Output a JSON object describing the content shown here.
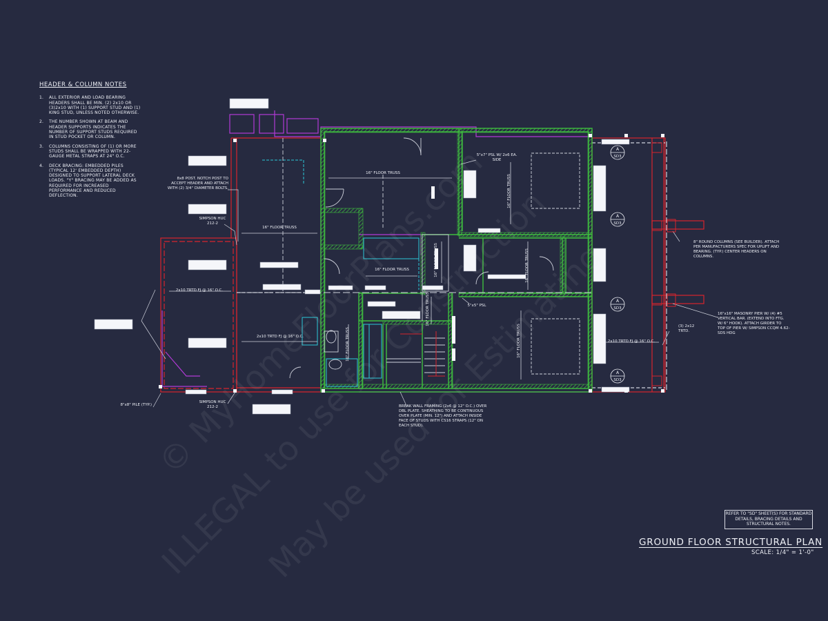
{
  "notes": {
    "title": "HEADER & COLUMN NOTES",
    "items": [
      {
        "num": "1.",
        "text": "ALL EXTERIOR AND LOAD BEARING HEADERS SHALL BE MIN. (2) 2x10 OR (3)2x10 WITH (1) SUPPORT STUD AND (1) KING STUD, UNLESS NOTED OTHERWISE."
      },
      {
        "num": "2.",
        "text": "THE NUMBER SHOWN AT BEAM AND HEADER SUPPORTS INDICATES THE NUMBER OF SUPPORT STUDS REQUIRED IN STUD POCKET OR COLUMN."
      },
      {
        "num": "3.",
        "text": "COLUMNS CONSISTING OF (1) OR MORE STUDS SHALL BE WRAPPED WITH 22-GAUGE METAL STRAPS AT 24\" O.C."
      },
      {
        "num": "4.",
        "text": "DECK BRACING: EMBEDDED PILES (TYPICAL 12' EMBEDDED DEPTH) DESIGNED TO SUPPORT LATERAL DECK LOADS. \"Y\" BRACING MAY BE ADDED AS REQUIRED FOR INCREASED PERFORMANCE AND REDUCED DEFLECTION."
      }
    ]
  },
  "callouts": {
    "post_8x8": "8x8 POST. NOTCH POST TO ACCEPT HEADER AND ATTACH WITH (2) 3/4\" DIAMETER BOLTS.",
    "simpson_top": "SIMPSON HUC 212-2",
    "simpson_bottom": "SIMPSON HUC 212-2",
    "pile": "8\"x8\" PILE (TYP.)",
    "psl_5x7": "5\"x7\" PSL W/ 2x6 EA. SIDE",
    "psl_5x5": "5\"x5\" PSL",
    "round_columns": "8\" ROUND COLUMNS (SEE BUILDER). ATTACH PER MANUFACTURERS SPEC FOR UPLIFT AND BEARING. (TYP.) CENTER HEADERS ON COLUMNS.",
    "masonry_pier": "16\"x16\" MASONRY PIER W/ (4) #5 VERTICAL BAR. (EXTEND INTO FTG. W/ 6\" HOOK). ATTACH GIRDER TO TOP OF PIER W/ SIMPSON CCQM 4.62-SDS HDG",
    "trtd_2x12": "(3) 2x12 TRTD.",
    "break_wall": "BREAK WALL FRAMING (2x6 @ 12\" O.C.) OVER DBL PLATE. SHEATHING TO BE CONTINUOUS OVER PLATE (MIN. 12\") AND ATTACH INSIDE FACE OF STUDS WITH CS16 STRAPS (12\" ON EACH STUD)."
  },
  "framing_labels": {
    "truss_top_center": "16\" FLOOR TRUSS",
    "truss_left": "16\" FLOOR TRUSS",
    "truss_mid": "16\" FLOOR TRUSS",
    "truss_right_upper": "16\" FLOOR TRUSS",
    "truss_right_lower": "16\" FLOOR TRUSS",
    "truss_v1": "16\" FLOOR TRUSS",
    "truss_v2": "16\" FLOOR TRUSS",
    "truss_v3": "16\" FLOOR TRUSS",
    "truss_v4": "16\" FLOOR TRUSS",
    "deck_left": "2x10 TRTD FJ @ 16\" O.C.",
    "deck_center": "2x10 TRTD FJ @ 16\" O.C.",
    "deck_right": "2x10 TRTD FJ @ 16\" O.C."
  },
  "section_tags": [
    {
      "num": "A",
      "sheet": "SD3"
    },
    {
      "num": "A",
      "sheet": "SD3"
    },
    {
      "num": "A",
      "sheet": "SD3"
    },
    {
      "num": "A",
      "sheet": "SD3"
    }
  ],
  "reference_note": "REFER TO \"SD\" SHEET(S) FOR STANDARD DETAILS, BRACING DETAILS AND STRUCTURAL NOTES.",
  "plan_title": "GROUND FLOOR STRUCTURAL PLAN",
  "scale": "SCALE: 1/4\" = 1'-0\"",
  "watermark": {
    "line1": "© MyHomeFloorPlans.com",
    "line2": "ILLEGAL to use for Construction",
    "line3": "May be used for Estimating"
  },
  "colors": {
    "background": "#262a40",
    "wall_green": "#3fbe3f",
    "deck_red": "#d8242c",
    "purple": "#b23ad6",
    "cyan": "#2cc8d8",
    "linework": "#eef0f6"
  }
}
